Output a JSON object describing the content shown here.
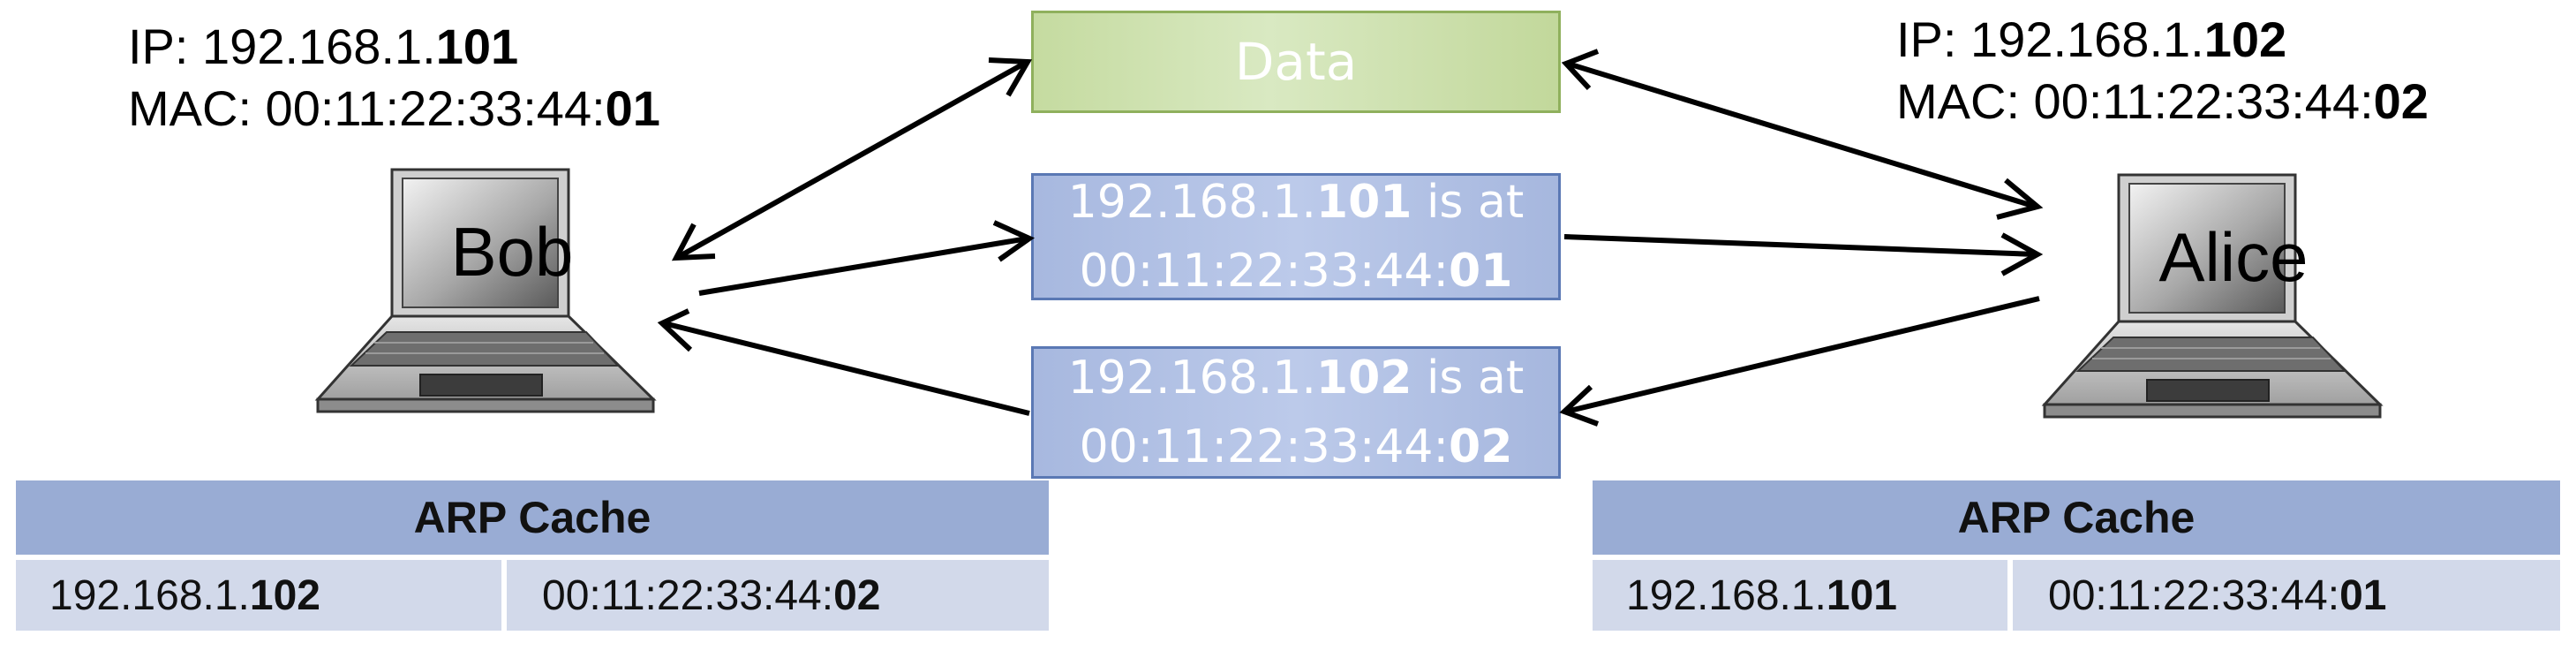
{
  "bob": {
    "name": "Bob",
    "ip_prefix": "IP: 192.168.1.",
    "ip_suffix": "101",
    "mac_prefix": "MAC: 00:11:22:33:44:",
    "mac_suffix": "01"
  },
  "alice": {
    "name": "Alice",
    "ip_prefix": "IP: 192.168.1.",
    "ip_suffix": "102",
    "mac_prefix": "MAC: 00:11:22:33:44:",
    "mac_suffix": "02"
  },
  "data_box": {
    "label": "Data"
  },
  "message_bob": {
    "ip_prefix": "192.168.1.",
    "ip_suffix": "101",
    "middle": " is at",
    "mac_prefix": "00:11:22:33:44:",
    "mac_suffix": "01"
  },
  "message_alice": {
    "ip_prefix": "192.168.1.",
    "ip_suffix": "102",
    "middle": " is at",
    "mac_prefix": "00:11:22:33:44:",
    "mac_suffix": "02"
  },
  "arp_bob": {
    "title": "ARP Cache",
    "ip_prefix": "192.168.1.",
    "ip_suffix": "102",
    "mac_prefix": "00:11:22:33:44:",
    "mac_suffix": "02"
  },
  "arp_alice": {
    "title": "ARP Cache",
    "ip_prefix": "192.168.1.",
    "ip_suffix": "101",
    "mac_prefix": "00:11:22:33:44:",
    "mac_suffix": "01"
  },
  "colors": {
    "data_box": "#c5dba0",
    "message_box": "#a7b8df",
    "arp_header": "#99acd4",
    "arp_row": "#d2d9ea"
  }
}
